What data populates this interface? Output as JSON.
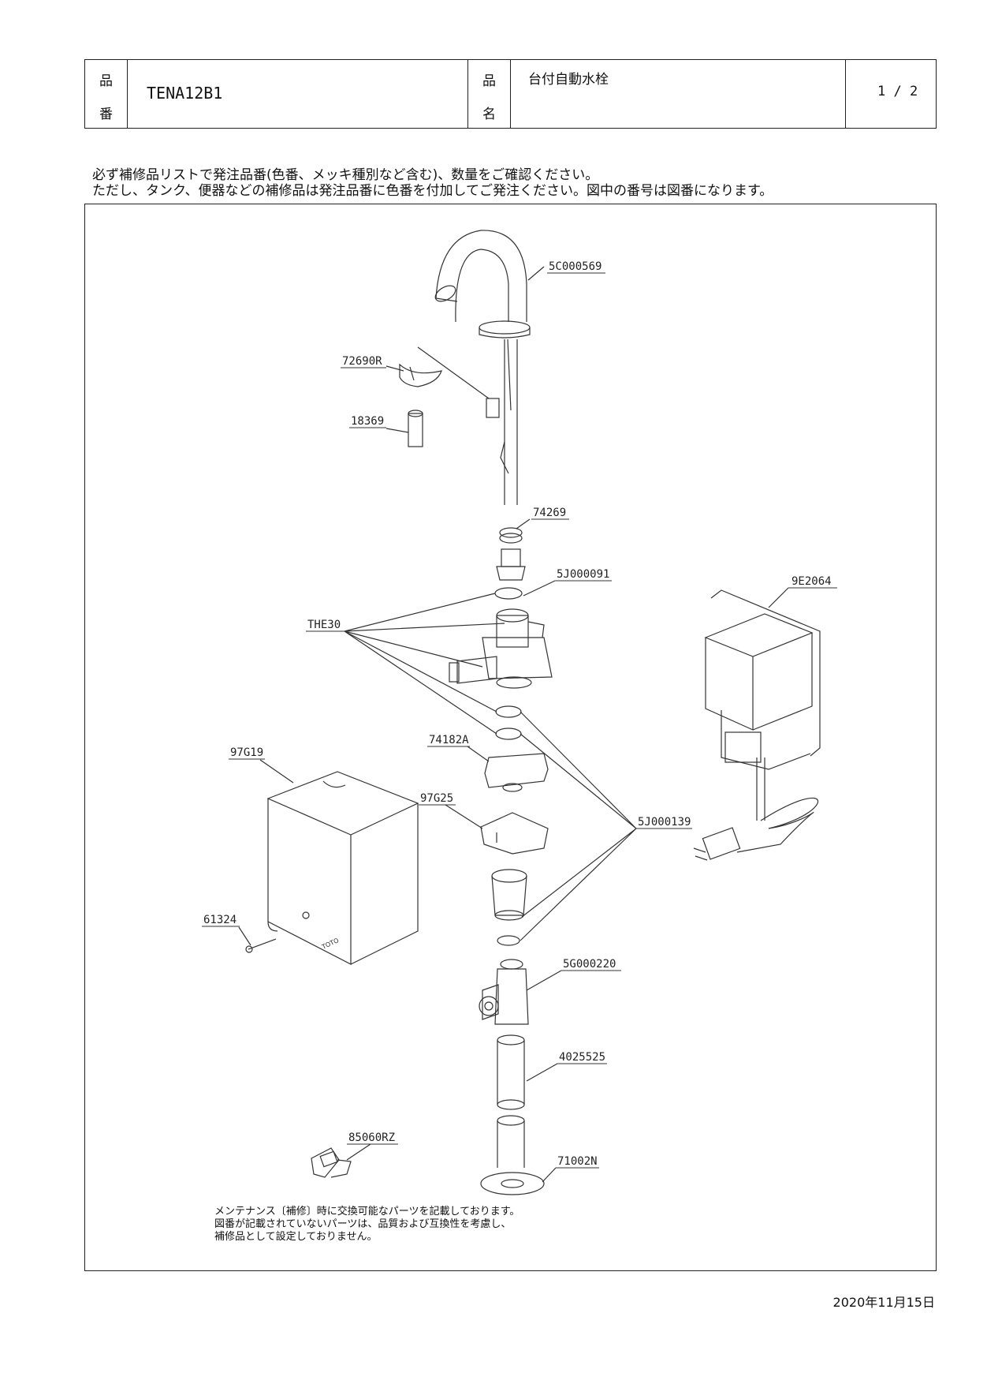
{
  "header": {
    "hinban_label_top": "品",
    "hinban_label_bottom": "番",
    "product_code": "TENA12B1",
    "hinmei_label_top": "品",
    "hinmei_label_bottom": "名",
    "product_name": "台付自動水栓",
    "page": "1 / 2"
  },
  "notice": {
    "line1": "必ず補修品リストで発注品番(色番、メッキ種別など含む)、数量をご確認ください。",
    "line2": "ただし、タンク、便器などの補修品は発注品番に色番を付加してご発注ください。図中の番号は図番になります。"
  },
  "parts": {
    "p5C000569": "5C000569",
    "p72690R": "72690R",
    "p18369": "18369",
    "p74269": "74269",
    "p5J000091": "5J000091",
    "pTHE30": "THE30",
    "p9E2064": "9E2064",
    "p74182A": "74182A",
    "p97G19": "97G19",
    "p97G25": "97G25",
    "p5J000139": "5J000139",
    "p61324": "61324",
    "p5G000220": "5G000220",
    "p4025525": "4025525",
    "p85060RZ": "85060RZ",
    "p71002N": "71002N"
  },
  "cover_logo": "TOTO",
  "maintenance_note": {
    "line1": "メンテナンス〔補修〕時に交換可能なパーツを記載しております。",
    "line2": "図番が記載されていないパーツは、品質および互換性を考慮し、",
    "line3": "補修品として設定しておりません。"
  },
  "date": "2020年11月15日"
}
